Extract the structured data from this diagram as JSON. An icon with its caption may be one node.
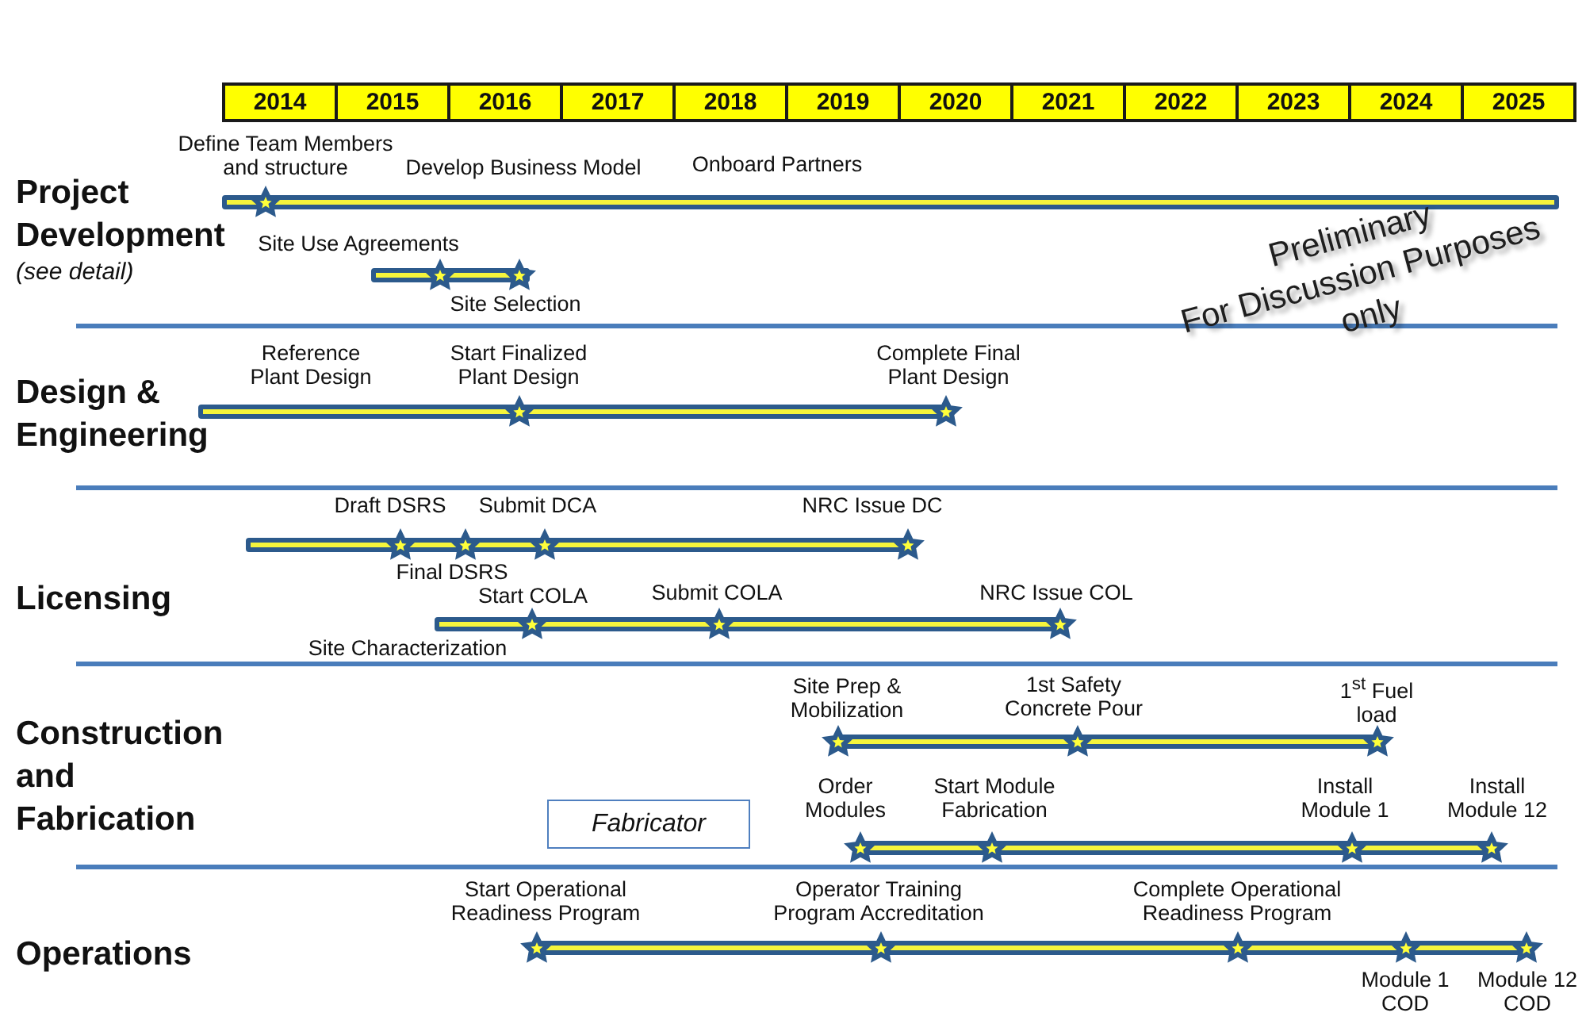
{
  "diagram": {
    "nodes": [
      {
        "text": [
          "2014"
        ]
      },
      {
        "text": [
          "2015"
        ]
      },
      {
        "text": [
          "2016"
        ]
      },
      {
        "text": [
          "2017"
        ]
      },
      {
        "text": [
          "2018"
        ]
      },
      {
        "text": [
          "2019"
        ]
      },
      {
        "text": [
          "2020"
        ]
      },
      {
        "text": [
          "2021"
        ]
      },
      {
        "text": [
          "2022"
        ]
      },
      {
        "text": [
          "2023"
        ]
      },
      {
        "text": [
          "2024"
        ]
      },
      {
        "text": [
          "2025"
        ]
      },
      {
        "text": [],
        "shape": "bar"
      },
      {
        "text": [],
        "shape": "star",
        "beside": [
          "Define Team Members and structure"
        ]
      },
      {
        "text": [],
        "shape": "bar"
      },
      {
        "text": [],
        "shape": "star",
        "beside": [
          "Site Use Agreements"
        ]
      },
      {
        "text": [],
        "shape": "star",
        "beside": [
          "Site Selection"
        ]
      },
      {
        "text": [],
        "shape": "bar"
      },
      {
        "text": [],
        "shape": "star",
        "beside": [
          "Start Finalized Plant Design"
        ]
      },
      {
        "text": [],
        "shape": "star",
        "beside": [
          "Complete Final Plant Design"
        ]
      },
      {
        "text": [],
        "shape": "bar"
      },
      {
        "text": [],
        "shape": "star",
        "beside": [
          "Draft DSRS"
        ]
      },
      {
        "text": [],
        "shape": "star",
        "beside": [
          "Final DSRS"
        ]
      },
      {
        "text": [],
        "shape": "star",
        "beside": [
          "Submit DCA"
        ]
      },
      {
        "text": [],
        "shape": "star",
        "beside": [
          "NRC Issue DC"
        ]
      },
      {
        "text": [],
        "shape": "bar"
      },
      {
        "text": [],
        "shape": "star",
        "beside": [
          "Start COLA"
        ]
      },
      {
        "text": [],
        "shape": "star",
        "beside": [
          "Submit COLA"
        ]
      },
      {
        "text": [],
        "shape": "star",
        "beside": [
          "NRC Issue COL"
        ]
      },
      {
        "text": [],
        "shape": "bar"
      },
      {
        "text": [],
        "shape": "star",
        "beside": [
          "Site Prep & Mobilization"
        ]
      },
      {
        "text": [],
        "shape": "star",
        "beside": [
          "1st Safety Concrete Pour"
        ]
      },
      {
        "text": [],
        "shape": "star",
        "beside": [
          "1$^{st}$ Fuel load"
        ]
      },
      {
        "text": [
          "Fabricator"
        ]
      },
      {
        "text": [],
        "shape": "bar"
      },
      {
        "text": [],
        "shape": "star",
        "beside": [
          "Order Modules"
        ]
      },
      {
        "text": [],
        "shape": "star",
        "beside": [
          "Start Module Fabrication"
        ]
      },
      {
        "text": [],
        "shape": "star",
        "beside": [
          "Install Module 1"
        ]
      },
      {
        "text": [],
        "shape": "star",
        "beside": [
          "Install Module 12"
        ]
      },
      {
        "text": [],
        "shape": "bar"
      },
      {
        "text": [],
        "shape": "star",
        "beside": [
          "Start Operational Readiness Program"
        ]
      },
      {
        "text": [],
        "shape": "star",
        "beside": [
          "Operator Training Program Accreditation"
        ]
      },
      {
        "text": [],
        "shape": "star",
        "beside": [
          "Complete Operational Readiness Program"
        ]
      },
      {
        "text": [],
        "shape": "star",
        "beside": [
          "Module 1 COD"
        ]
      },
      {
        "text": [],
        "shape": "star",
        "beside": [
          "Module 12 COD"
        ]
      }
    ],
    "labels": [
      "Project Development",
      "(see detail)",
      "Develop Business Model",
      "Onboard Partners",
      "Preliminary",
      "For Discussion Purposes",
      "only",
      "Design & Engineering",
      "Reference Plant Design",
      "Licensing",
      "Site Characterization",
      "Construction and Fabrication",
      "Operations"
    ]
  }
}
